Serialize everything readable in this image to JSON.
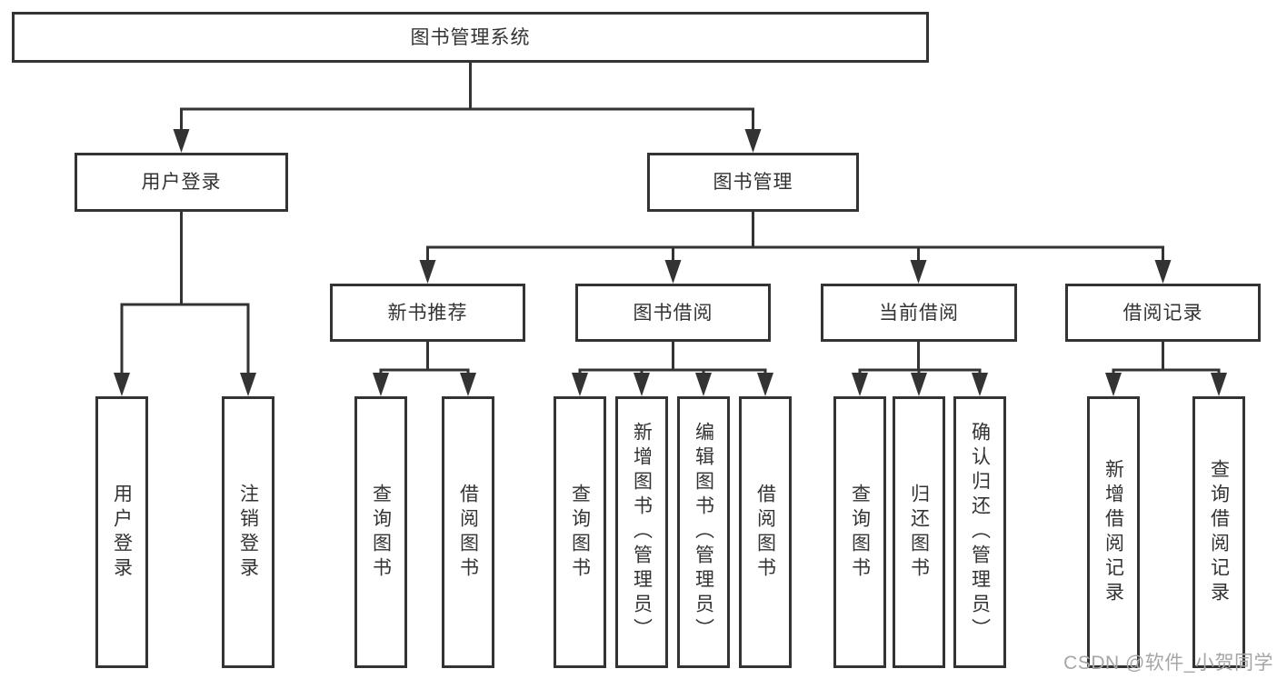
{
  "tree": {
    "label": "图书管理系统",
    "children": [
      {
        "label": "用户登录",
        "children": [
          {
            "label": "用户登录"
          },
          {
            "label": "注销登录"
          }
        ]
      },
      {
        "label": "图书管理",
        "children": [
          {
            "label": "新书推荐",
            "children": [
              {
                "label": "查询图书"
              },
              {
                "label": "借阅图书"
              }
            ]
          },
          {
            "label": "图书借阅",
            "children": [
              {
                "label": "查询图书"
              },
              {
                "label": "新增图书（管理员）"
              },
              {
                "label": "编辑图书（管理员）"
              },
              {
                "label": "借阅图书"
              }
            ]
          },
          {
            "label": "当前借阅",
            "children": [
              {
                "label": "查询图书"
              },
              {
                "label": "归还图书"
              },
              {
                "label": "确认归还（管理员）"
              }
            ]
          },
          {
            "label": "借阅记录",
            "children": [
              {
                "label": "新增借阅记录"
              },
              {
                "label": "查询借阅记录"
              }
            ]
          }
        ]
      }
    ]
  },
  "watermark": {
    "text": "CSDN @软件_小贺同学"
  },
  "colors": {
    "line": "#333333",
    "box_background": "#ffffff",
    "watermark_gray": "#a6a6a6"
  }
}
